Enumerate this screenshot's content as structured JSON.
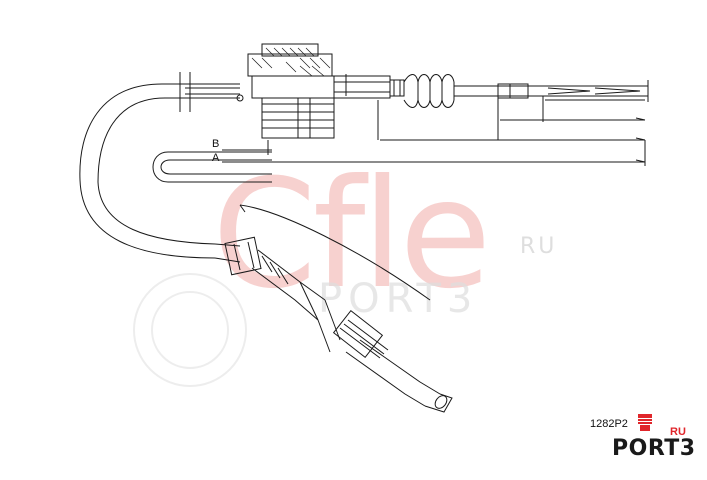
{
  "watermark": {
    "main": "Cfle",
    "suffix": "RU",
    "sub": "PORT3"
  },
  "dimension_labels": {
    "b": "B",
    "a": "A"
  },
  "footer": {
    "part_number": "1282P2",
    "brand": "PORT3",
    "brand_suffix": "RU"
  },
  "colors": {
    "line": "#1a1a1a",
    "watermark": "#f2b3b0",
    "brand_accent": "#e0262b"
  },
  "icons": {
    "brand_logo": "piston-icon"
  }
}
